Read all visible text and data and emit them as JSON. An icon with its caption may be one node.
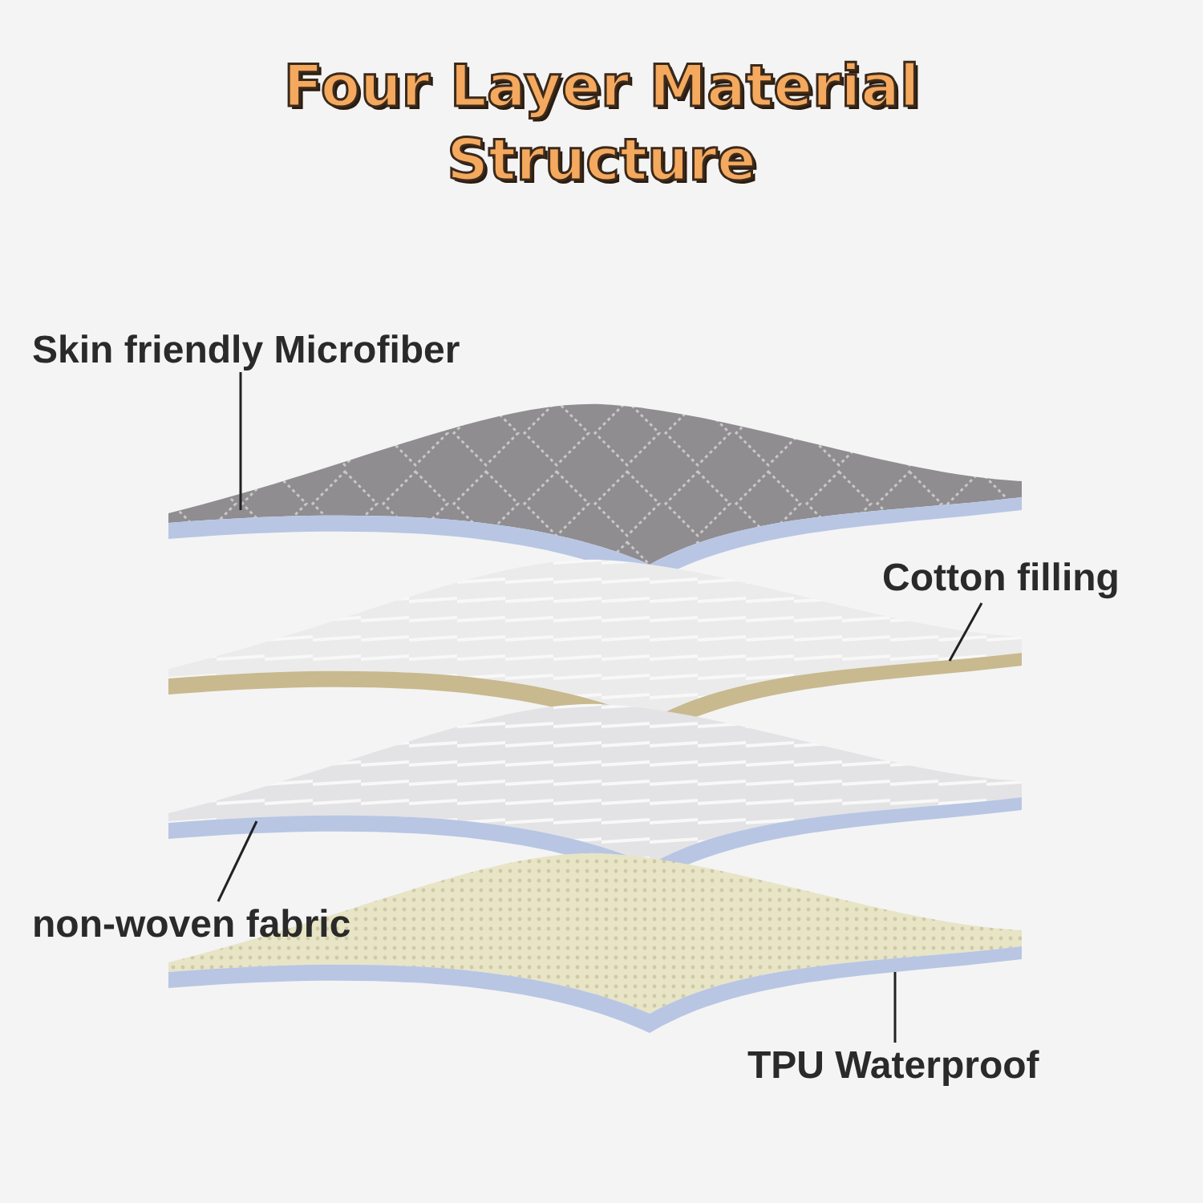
{
  "diagram": {
    "title": "Four Layer Material Structure",
    "nodes": [
      {
        "text": [
          "Skin friendly Microfiber"
        ]
      },
      {
        "text": [],
        "shape": "picture"
      },
      {
        "text": [
          "Cotton filling"
        ]
      },
      {
        "text": [],
        "shape": "picture"
      },
      {
        "text": [],
        "shape": "picture"
      },
      {
        "text": [
          "non-woven fabric"
        ]
      },
      {
        "text": [],
        "shape": "picture"
      },
      {
        "text": [
          "TPU Waterproof"
        ]
      }
    ],
    "edges": [
      {
        "from": 0,
        "to": 1,
        "arrow": "none"
      },
      {
        "from": 2,
        "to": 3,
        "arrow": "none"
      },
      {
        "from": 5,
        "to": 4,
        "arrow": "none"
      },
      {
        "from": 7,
        "to": 6,
        "arrow": "none"
      }
    ]
  }
}
